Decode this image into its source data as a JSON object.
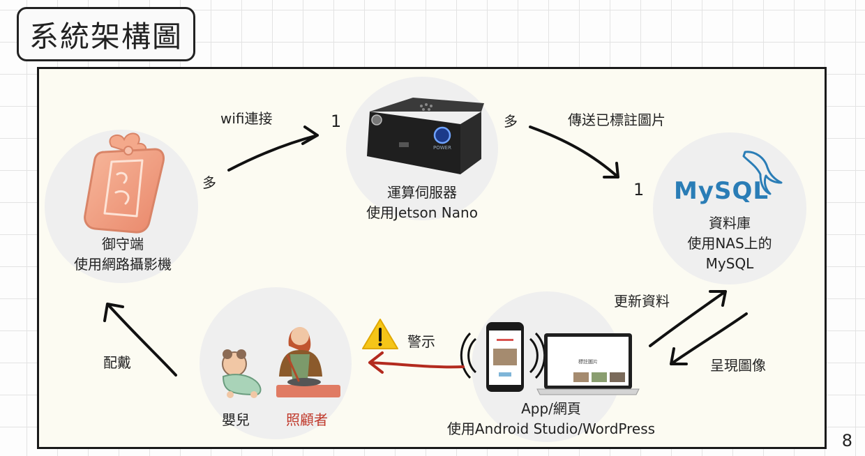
{
  "title": "系統架構圖",
  "nodes": {
    "amulet": {
      "line1": "御守端",
      "line2": "使用網路攝影機"
    },
    "server": {
      "line1": "運算伺服器",
      "line2": "使用Jetson Nano",
      "device_text": "POWER"
    },
    "database": {
      "logo_text": "MySQL",
      "line1": "資料庫",
      "line2": "使用NAS上的",
      "line3": "MySQL"
    },
    "app": {
      "line1": "App/網頁",
      "line2": "使用Android Studio/WordPress",
      "laptop_heading": "標註圖片"
    },
    "people": {
      "baby": "嬰兒",
      "caregiver": "照顧者"
    }
  },
  "edges": {
    "wifi": {
      "label": "wifi連接",
      "from_mult": "多",
      "to_mult": "1"
    },
    "send": {
      "label": "傳送已標註圖片",
      "from_mult": "多",
      "to_mult": "1"
    },
    "update": {
      "label": "更新資料"
    },
    "present": {
      "label": "呈現圖像"
    },
    "alert": {
      "label": "警示"
    },
    "wear": {
      "label": "配戴"
    }
  },
  "page_number": "8",
  "colors": {
    "panel_bg": "#fcfbf2",
    "mysql_blue": "#2a7db6",
    "mysql_orange": "#e07b1a",
    "alert_red": "#c0392b",
    "warning_yellow": "#f5c518"
  }
}
